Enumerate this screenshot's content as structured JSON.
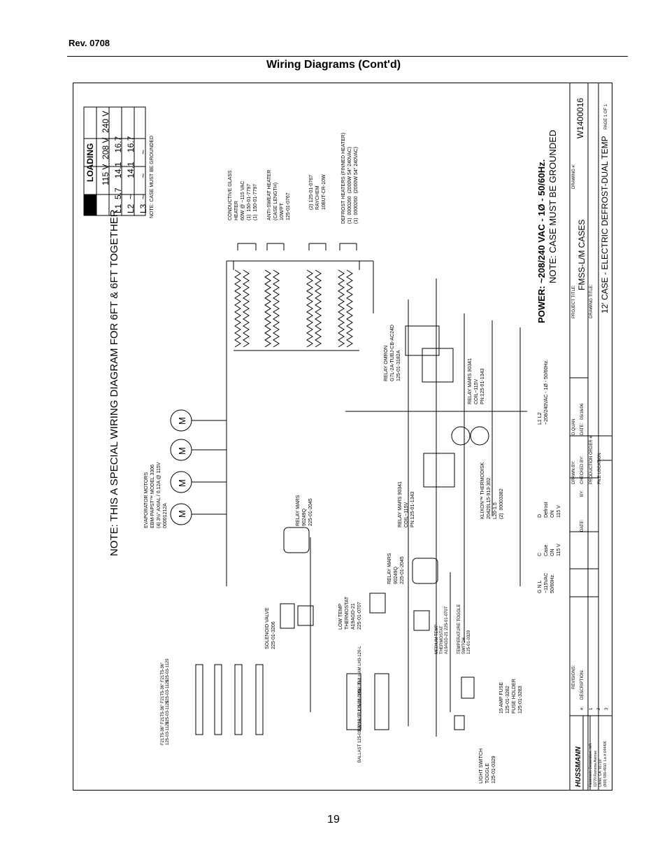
{
  "page": {
    "revision": "Rev. 0708",
    "heading": "Wiring Diagrams (Cont'd)",
    "page_number": "19"
  },
  "diagram": {
    "main_note": "NOTE: THIS A SPECIAL WIRING DIAGRAM FOR 6FT & 6FT TOGETHER",
    "loading_table": {
      "title": "LOADING",
      "headers": [
        "",
        "115 V",
        "208 V",
        "240 V"
      ],
      "rows": [
        [
          "L1",
          "5.7",
          "14.1",
          "16.7"
        ],
        [
          "L2",
          "~",
          "14.1",
          "16.7"
        ],
        [
          "L3",
          "~",
          "~",
          "~"
        ]
      ],
      "note": "NOTE: CASE MUST BE GROUNDED"
    },
    "power_note": "POWER: ~208/240 VAC - 1Ø - 50/60Hz.",
    "ground_note": "NOTE: CASE MUST BE GROUNDED",
    "motor_symbol": "M",
    "labels": {
      "evaporator_motors": "EVAPORATOR MOTORS\nEBM-PAPST™ MODEL 3306\n(4) 3½\" AXIAL / 0.12A @ 115V\n00001212A",
      "relay_mars_1": "RELAY MARS\n90249Q\n225-01-2045",
      "relay_mars_2": "RELAY MARS\n90249Q\n225-01-2045",
      "relay_mars_90341_a": "RELAY MARS 90341\nCOIL~115V\nPN:125-01-1343",
      "relay_mars_90341_b": "RELAY MARS 90341\nCOIL~115V\nPN:125-01-1343",
      "relay_omron": "RELAY OMRON\nG7L-2A-TUBJ-CB-AC24D\n125-01-3182A",
      "klixon": "KLIXON™ THERMODISK\n20420L15-913-302\nL20-1.5\n(2)  00003382",
      "solenoid": "SOLENOID VALVE\n225-01-3206",
      "low_temp": "LOW TEMP\nTHERMOSTAT\nA19AGD-21\n225-01-0707",
      "medium_temp": "MEDIUM TEMP\nTHERMOSTAT\nA19AGD-21 225-01-0707",
      "temp_toggle": "TEMPERATURE TOGGLE\nSWITCH\n125-01-0329",
      "fuse": "15 AMP FUSE\n125-01-3282\nFUSE HOLDER\n125-01-3283",
      "light_switch": "LIGHT SWITCH\nTOGGLE\n125-01-0329",
      "ballast_1": "BALLAST 125-01-3266   FULHAM LH3-120-L",
      "ballast_2": "BALLAST 125-01-3266   FULHAM LH3-120-L",
      "lamp": "F21T5-36\"\n125-03-1129",
      "conductive_glass": "CONDUCTIVE GLASS\nHEATER\n60W @ ~115 VAC\n(1)  150-01-7797\n(1)  150-01-7797",
      "anti_sweat": "ANTI-SWEAT HEATER\n(CASE LENGTH)\n10W/FT\n125-01-0767",
      "raychem": "(2) 125-01-0767\nRAYCHEM\n10BUT-CR-10W",
      "defrost_heaters": "DEFROST HEATERS (FINNED HEATER)\n(1)  0000260  (2000W 54\" 240VAC)\n(1)  0000260  (2000W 54\" 240VAC)",
      "supply_115": "G N L\n~115VAC\n50/60Hz.",
      "terminal_c": "C\nCase\nON\n115 V",
      "terminal_d": "D\nDefrost\nON\n115 V",
      "supply_208": "L1 L2\n~208/240VAC - 1Ø - 50/60Hz."
    }
  },
  "title_block": {
    "revisions": "REVISIONS:",
    "desc_headers": [
      "#:",
      "DESCRIPTION:",
      "DATE:",
      "BY:"
    ],
    "rev_rows": [
      "1",
      "2",
      "3"
    ],
    "company": "HUSSMANN",
    "company_info": "Hussmann Corporation, Int'l.\n13770 Ramona Avenue\nChino, CA. 91710\n(909) 590-4910  Lic.# 644406",
    "drawn_by_label": "DRAWN BY:",
    "drawn_by": "D.QUAN",
    "checked_by_label": "CHECKED BY:",
    "date_label": "DATE:",
    "date": "05/16/06",
    "production_order_label": "PRODUCTION ORDER #:",
    "file_location_label": "FILE LOCATION:",
    "project_title_label": "PROJECT TITLE:",
    "project_title": "FMSS-L/M CASES",
    "drawing_title_label": "DRAWING TITLE:",
    "drawing_title": "12' CASE - ELECTRIC DEFROST-DUAL TEMP",
    "drawing_number_label": "DRAWING #:",
    "drawing_number": "W1400016",
    "page": "PAGE 1 OF 1"
  },
  "colors": {
    "line": "#000000",
    "background": "#ffffff"
  }
}
